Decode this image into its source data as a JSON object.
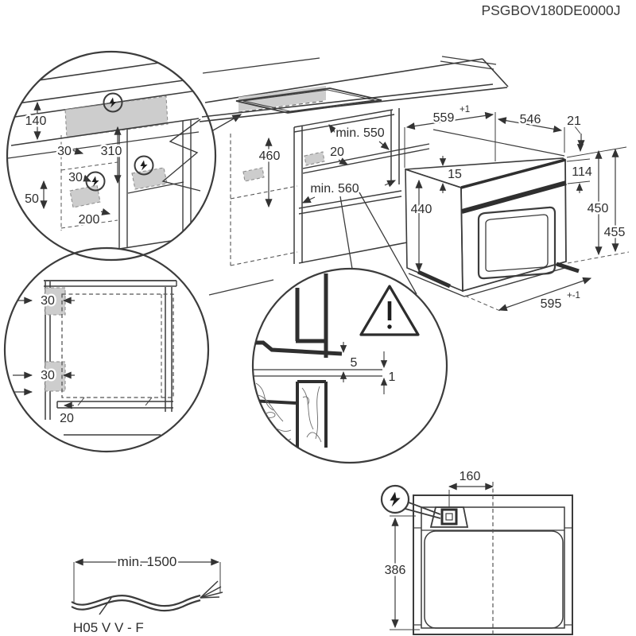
{
  "title": "PSGBOV180DE0000J",
  "detail_electrical": {
    "counter_height": "140",
    "side_offset_top": "30",
    "connection_height": "310",
    "side_offset_mid": "30",
    "bottom_height": "50",
    "bottom_width": "200"
  },
  "cabinet": {
    "niche_height": "460",
    "niche_depth": "min. 550",
    "hob_clearance": "20",
    "niche_width": "min. 560"
  },
  "oven": {
    "cutout_width": "559",
    "cutout_width_tol": "+1",
    "depth": "546",
    "front_offset": "21",
    "top_gap": "15",
    "panel_height": "114",
    "body_height": "440",
    "height_mid": "450",
    "height_total": "455",
    "front_width": "595",
    "front_width_tol": "+-1"
  },
  "detail_side": {
    "gap_top": "30",
    "gap_bottom": "30",
    "plinth_recess": "20"
  },
  "detail_gap": {
    "overlap": "5",
    "clearance": "1"
  },
  "top_view": {
    "socket_offset": "160",
    "depth": "386"
  },
  "cable": {
    "min_length": "min. 1500",
    "type": "H05 V V - F"
  }
}
